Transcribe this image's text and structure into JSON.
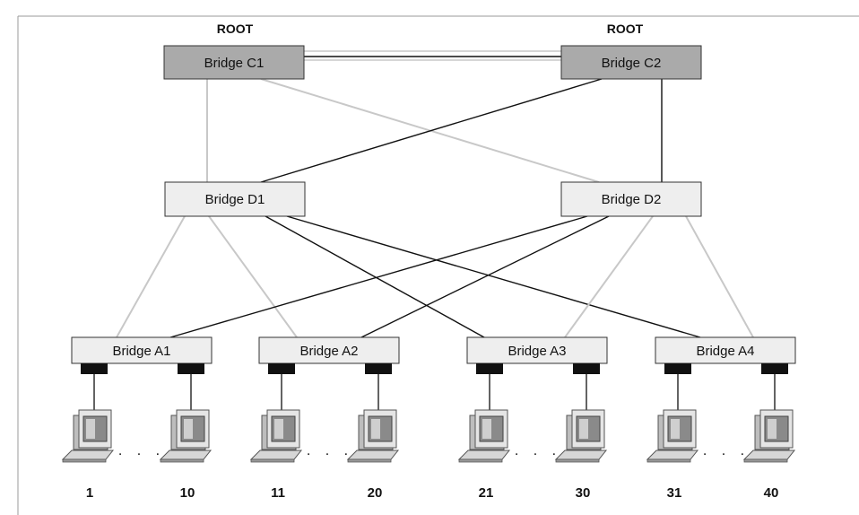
{
  "colors": {
    "root_fill": "#aaaaaa",
    "bridge_fill": "#eeeeee",
    "active_link": "#111111",
    "blocked_link": "#c8c8c8",
    "port": "#111111"
  },
  "root_labels": [
    "ROOT",
    "ROOT"
  ],
  "core": [
    {
      "id": "C1",
      "label": "Bridge C1",
      "root": true
    },
    {
      "id": "C2",
      "label": "Bridge C2",
      "root": true
    }
  ],
  "distribution": [
    {
      "id": "D1",
      "label": "Bridge D1"
    },
    {
      "id": "D2",
      "label": "Bridge D2"
    }
  ],
  "access": [
    {
      "id": "A1",
      "label": "Bridge A1"
    },
    {
      "id": "A2",
      "label": "Bridge A2"
    },
    {
      "id": "A3",
      "label": "Bridge A3"
    },
    {
      "id": "A4",
      "label": "Bridge A4"
    }
  ],
  "links": [
    {
      "from": "C1",
      "to": "C2",
      "state": "blocked"
    },
    {
      "from": "C1",
      "to": "D1",
      "state": "blocked"
    },
    {
      "from": "C1",
      "to": "D2",
      "state": "blocked"
    },
    {
      "from": "C2",
      "to": "D1",
      "state": "active"
    },
    {
      "from": "C2",
      "to": "D2",
      "state": "active"
    },
    {
      "from": "D1",
      "to": "A1",
      "state": "blocked"
    },
    {
      "from": "D1",
      "to": "A2",
      "state": "blocked"
    },
    {
      "from": "D1",
      "to": "A3",
      "state": "active"
    },
    {
      "from": "D1",
      "to": "A4",
      "state": "active"
    },
    {
      "from": "D2",
      "to": "A1",
      "state": "active"
    },
    {
      "from": "D2",
      "to": "A2",
      "state": "active"
    },
    {
      "from": "D2",
      "to": "A3",
      "state": "blocked"
    },
    {
      "from": "D2",
      "to": "A4",
      "state": "blocked"
    }
  ],
  "hosts": [
    {
      "label": "1"
    },
    {
      "label": "10"
    },
    {
      "label": "11"
    },
    {
      "label": "20"
    },
    {
      "label": "21"
    },
    {
      "label": "30"
    },
    {
      "label": "31"
    },
    {
      "label": "40"
    }
  ],
  "ellipsis": ". . ."
}
